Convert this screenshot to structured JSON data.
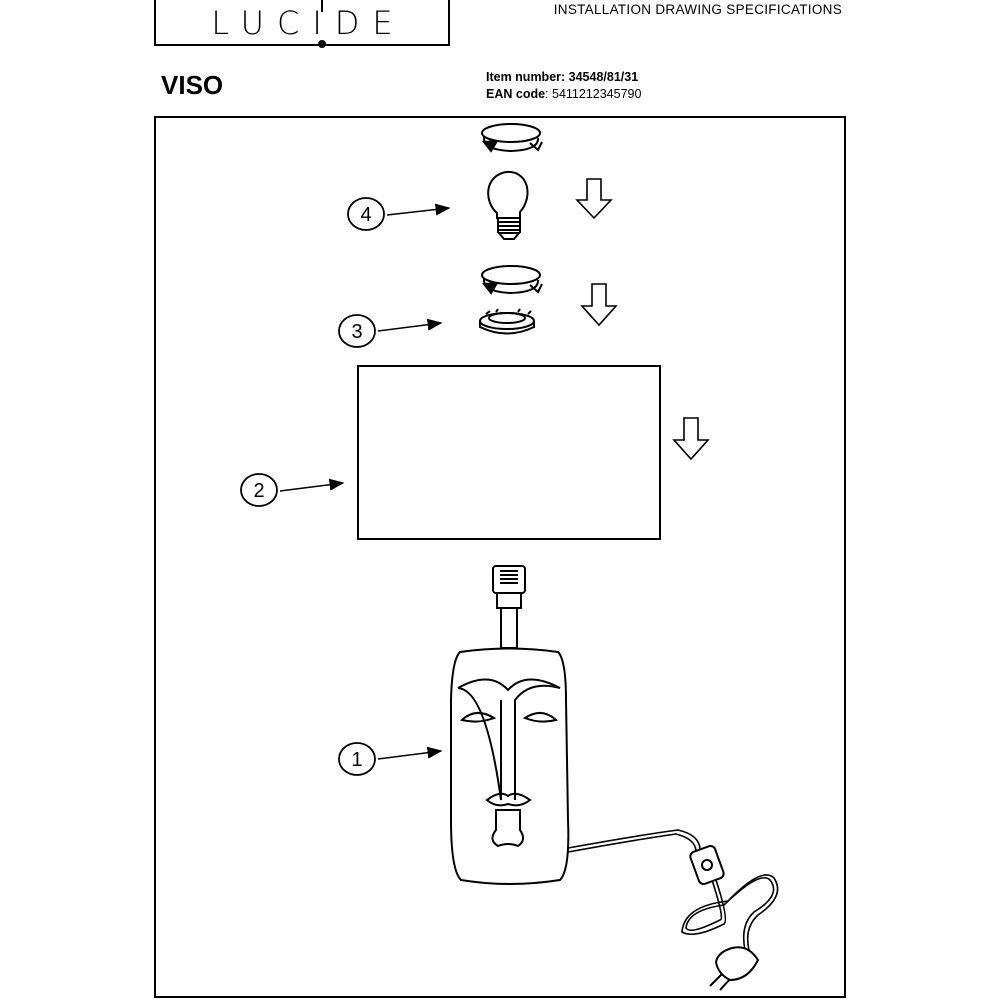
{
  "header": {
    "brand": "LUCIDE",
    "document_title": "INSTALLATION DRAWING SPECIFICATIONS"
  },
  "product": {
    "name": "VISO",
    "item_label": "Item number",
    "item_value": ": 34548/81/31",
    "ean_label": "EAN code",
    "ean_value": ": 5411212345790"
  },
  "drawing": {
    "callouts": [
      "1",
      "2",
      "3",
      "4"
    ],
    "parts": [
      "lamp-base",
      "lampshade",
      "shade-ring",
      "light-bulb"
    ]
  }
}
